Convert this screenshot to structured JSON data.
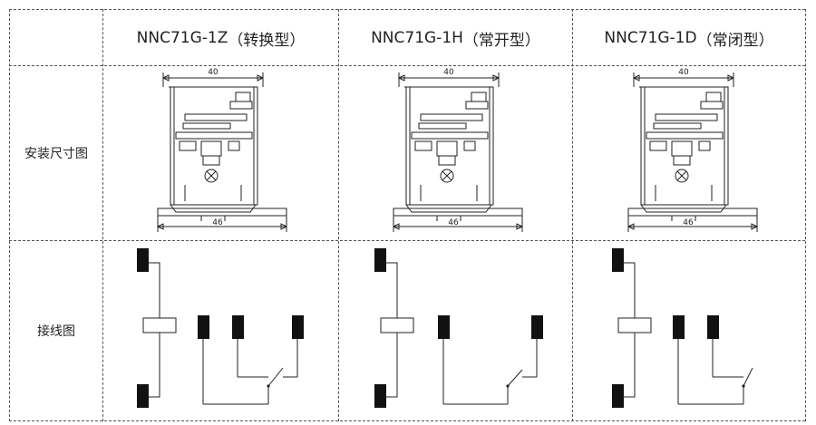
{
  "header": {
    "models": [
      {
        "name": "NNC71G-1Z",
        "type": "（转换型）"
      },
      {
        "name": "NNC71G-1H",
        "type": "（常开型）"
      },
      {
        "name": "NNC71G-1D",
        "type": "（常闭型）"
      }
    ]
  },
  "rows": {
    "install": {
      "label": "安装尺寸图"
    },
    "wiring": {
      "label": "接线图"
    }
  },
  "dimensions": {
    "width_top": "40",
    "width_bottom": "46"
  },
  "wiring_types": [
    "changeover",
    "normally-open",
    "normally-closed"
  ]
}
